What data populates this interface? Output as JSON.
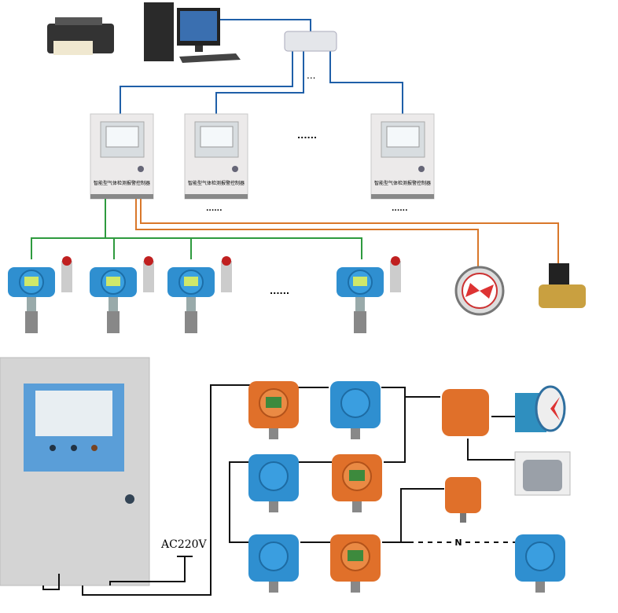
{
  "top_diagram": {
    "controller_label": "智能型气体检测报警控制器",
    "switch_ellipsis": "...",
    "controllers_ellipsis": "......",
    "controller2_ellipsis": "......",
    "controller3_ellipsis": "......",
    "detectors_ellipsis": "......"
  },
  "bottom_diagram": {
    "power_label": "AC220V",
    "chain_label": "N"
  },
  "colors": {
    "network_line": "#1f5fa8",
    "detector_bus": "#2e9a3e",
    "relay_line": "#d9772a",
    "wire": "#111111",
    "detector_blue": "#2f8fd0",
    "detector_orange": "#e0702a"
  }
}
